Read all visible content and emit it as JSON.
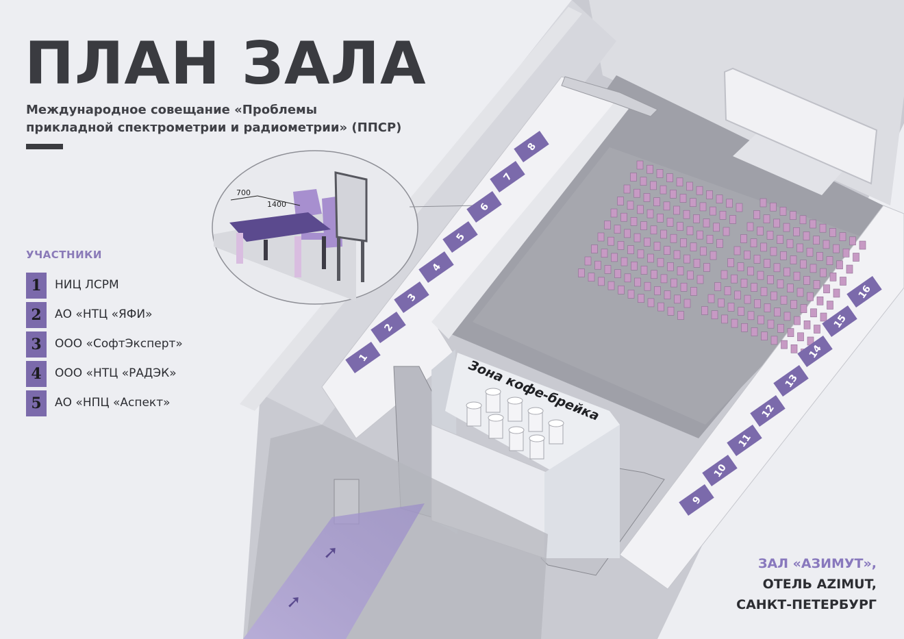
{
  "title": "ПЛАН ЗАЛА",
  "subtitle": {
    "line1": "Международное совещание «Проблемы",
    "line2": "прикладной спектрометрии и радиометрии» (ППСР)"
  },
  "legend": {
    "title": "УЧАСТНИКИ",
    "items": [
      {
        "num": "1",
        "label": "НИЦ ЛСРМ"
      },
      {
        "num": "2",
        "label": "АО «НТЦ «ЯФИ»"
      },
      {
        "num": "3",
        "label": "ООО «СофтЭксперт»"
      },
      {
        "num": "4",
        "label": "ООО «НТЦ «РАДЭК»"
      },
      {
        "num": "5",
        "label": "АО «НПЦ «Аспект»"
      }
    ]
  },
  "inset": {
    "dim_width": "700",
    "dim_length": "1400"
  },
  "booths": [
    "1",
    "2",
    "3",
    "4",
    "5",
    "6",
    "7",
    "8",
    "9",
    "10",
    "11",
    "12",
    "13",
    "14",
    "15",
    "16"
  ],
  "coffee_zone_label": "Зона кофе-брейка",
  "venue": {
    "line1": "ЗАЛ «АЗИМУТ»,",
    "line2": "ОТЕЛЬ AZIMUT,",
    "line3": "САНКТ-ПЕТЕРБУРГ"
  },
  "colors": {
    "accent": "#7b6aab",
    "background": "#edeef2",
    "seat": "#c79ac4",
    "floor": "#9d9ea6"
  }
}
